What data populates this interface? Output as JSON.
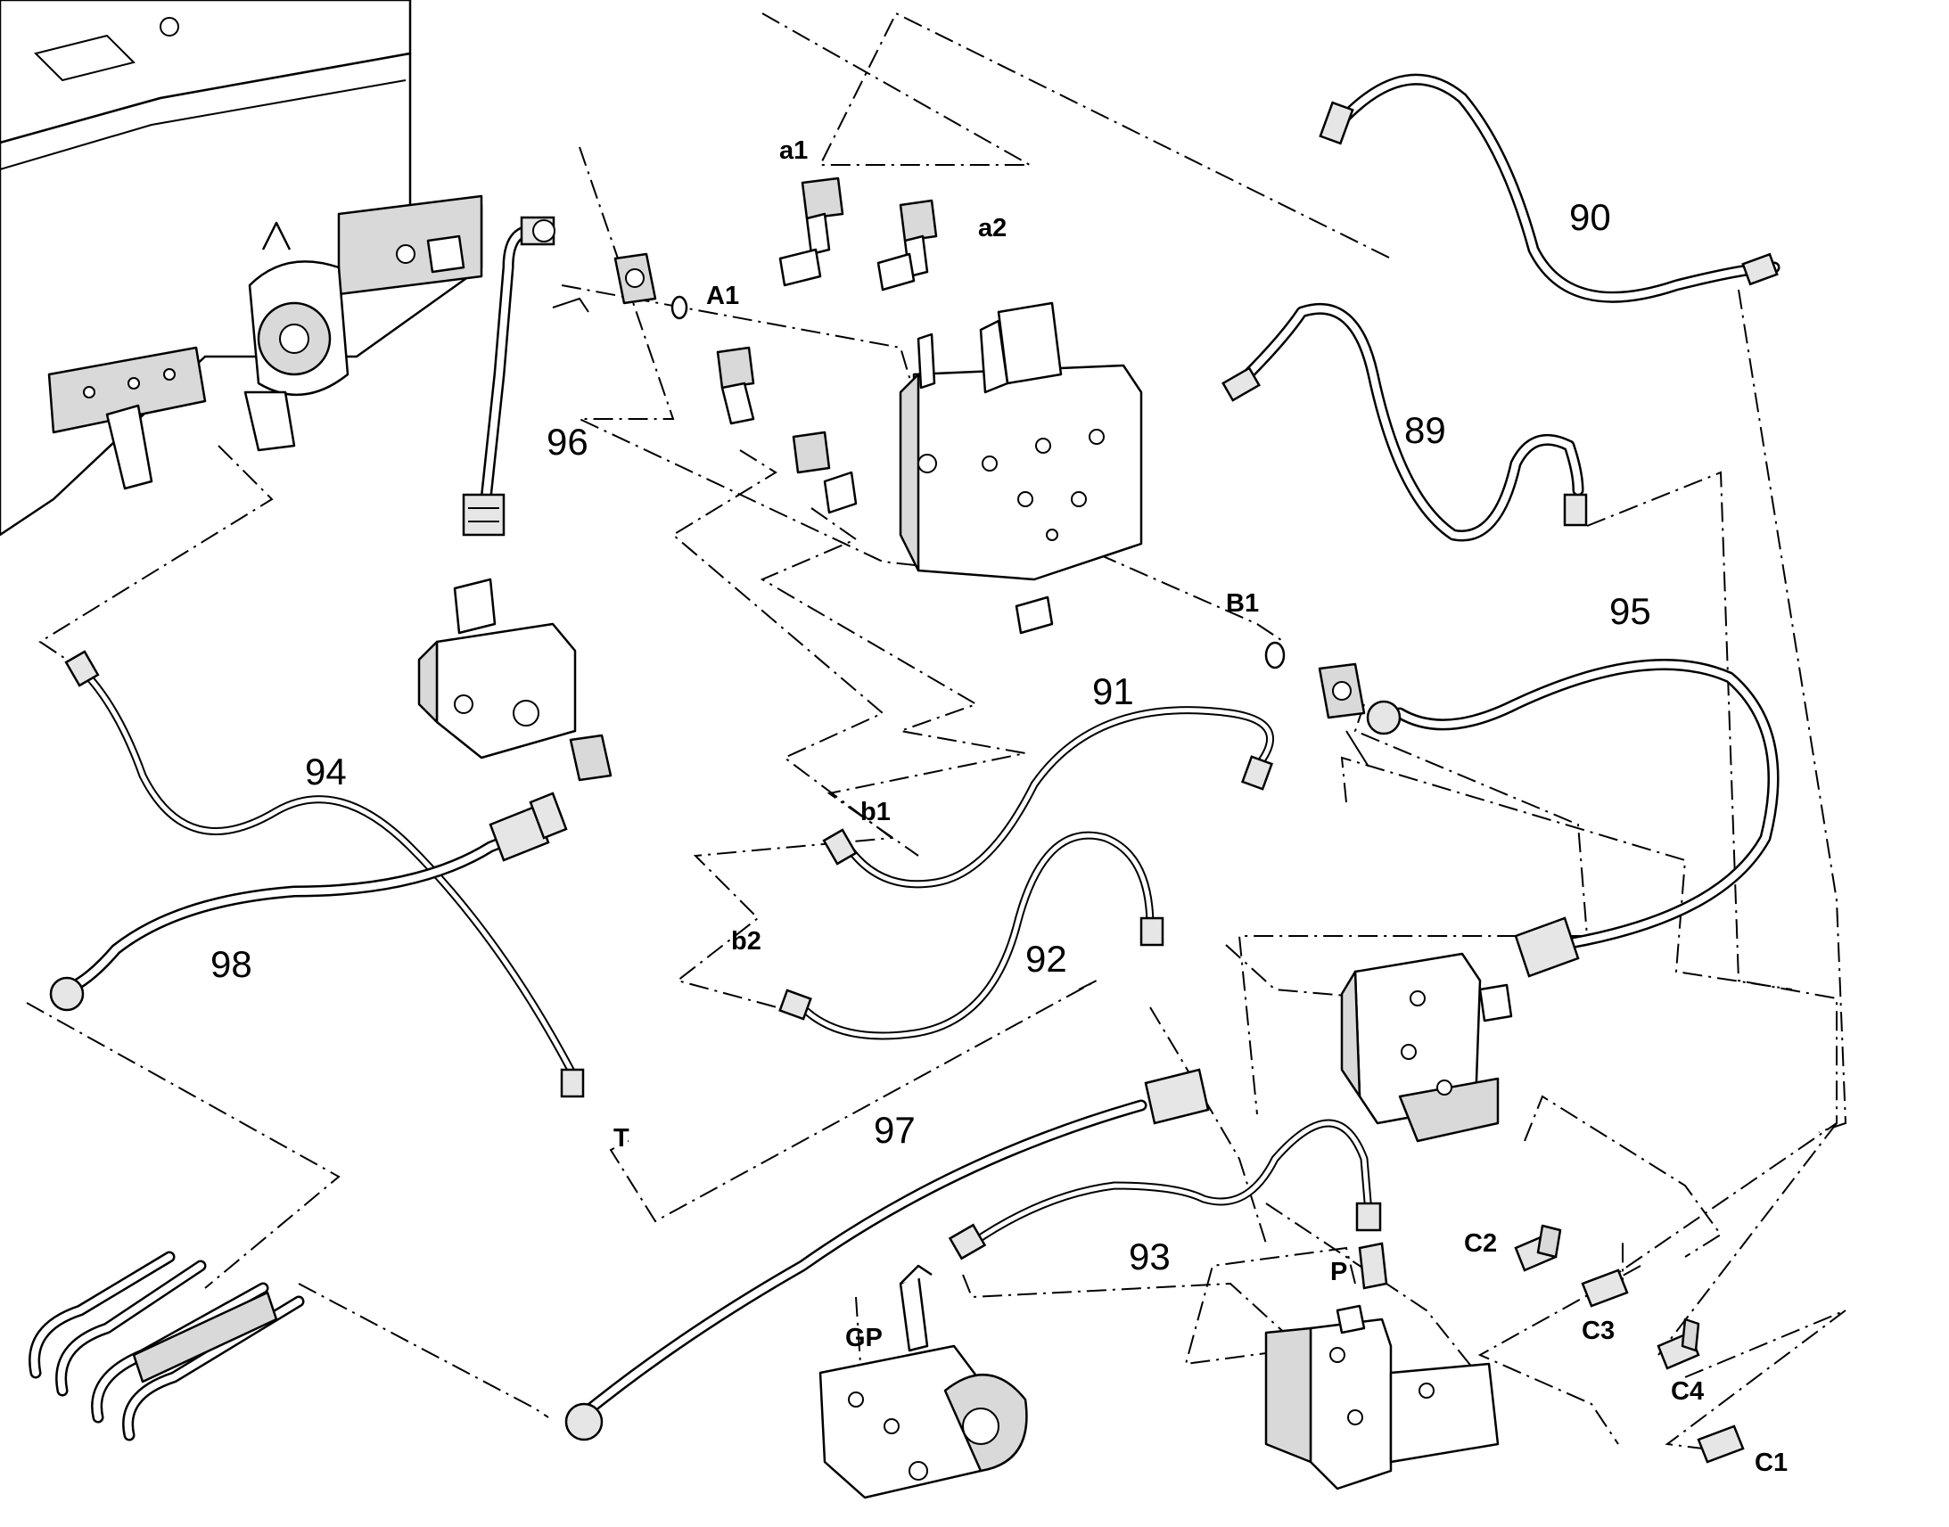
{
  "hoses": [
    {
      "id": "89",
      "label": "89"
    },
    {
      "id": "90",
      "label": "90"
    },
    {
      "id": "91",
      "label": "91"
    },
    {
      "id": "92",
      "label": "92"
    },
    {
      "id": "93",
      "label": "93"
    },
    {
      "id": "94",
      "label": "94"
    },
    {
      "id": "95",
      "label": "95"
    },
    {
      "id": "96",
      "label": "96"
    },
    {
      "id": "97",
      "label": "97"
    },
    {
      "id": "98",
      "label": "98"
    }
  ],
  "ports": {
    "a1": "a1",
    "a2": "a2",
    "A1": "A1",
    "B1": "B1",
    "b1": "b1",
    "b2": "b2",
    "T": "T",
    "P": "P",
    "GP": "GP",
    "C1": "C1",
    "C2": "C2",
    "C3": "C3",
    "C4": "C4"
  },
  "colors": {
    "line": "#000000",
    "background": "#ffffff",
    "shade": "#d9d9d9"
  }
}
